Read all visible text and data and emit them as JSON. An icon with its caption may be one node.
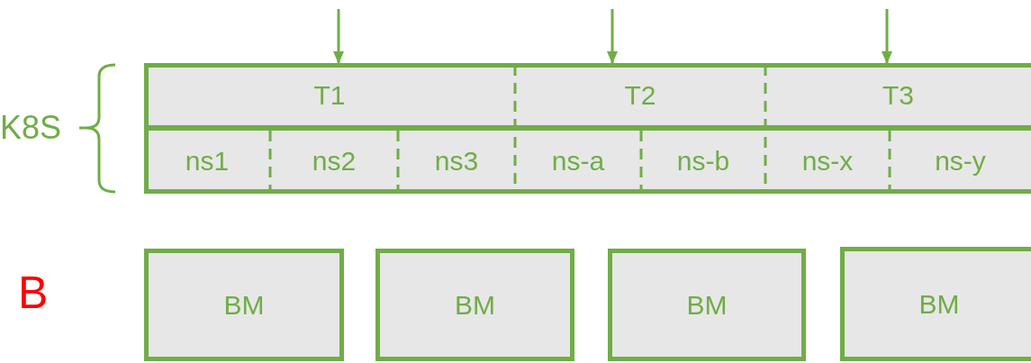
{
  "diagram": {
    "nodes": [
      {
        "text": [
          "T1"
        ]
      },
      {
        "text": [
          "T2"
        ]
      },
      {
        "text": [
          "T3"
        ]
      },
      {
        "text": [
          "ns1"
        ]
      },
      {
        "text": [
          "ns2"
        ]
      },
      {
        "text": [
          "ns3"
        ]
      },
      {
        "text": [
          "ns-a"
        ]
      },
      {
        "text": [
          "ns-b"
        ]
      },
      {
        "text": [
          "ns-x"
        ]
      },
      {
        "text": [
          "ns-y"
        ]
      },
      {
        "text": [
          "BM"
        ]
      },
      {
        "text": [
          "BM"
        ]
      },
      {
        "text": [
          "BM"
        ]
      },
      {
        "text": [
          "BM"
        ]
      }
    ],
    "edges": [
      {
        "from": null,
        "to": 0,
        "arrow": "to"
      },
      {
        "from": null,
        "to": 1,
        "arrow": "to"
      },
      {
        "from": null,
        "to": 2,
        "arrow": "to"
      }
    ],
    "labels": [
      "K8S",
      "B"
    ]
  }
}
